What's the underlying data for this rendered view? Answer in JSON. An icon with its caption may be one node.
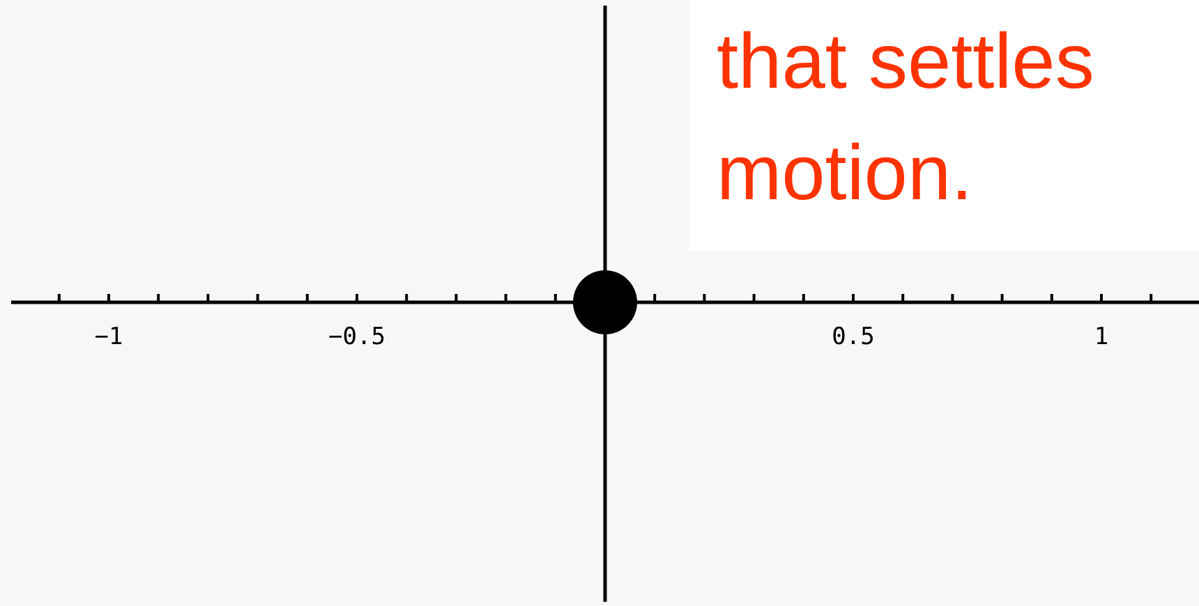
{
  "diagram": {
    "labels": [
      "that settles motion.",
      "−1",
      "−0.5",
      "0.5",
      "1"
    ]
  }
}
